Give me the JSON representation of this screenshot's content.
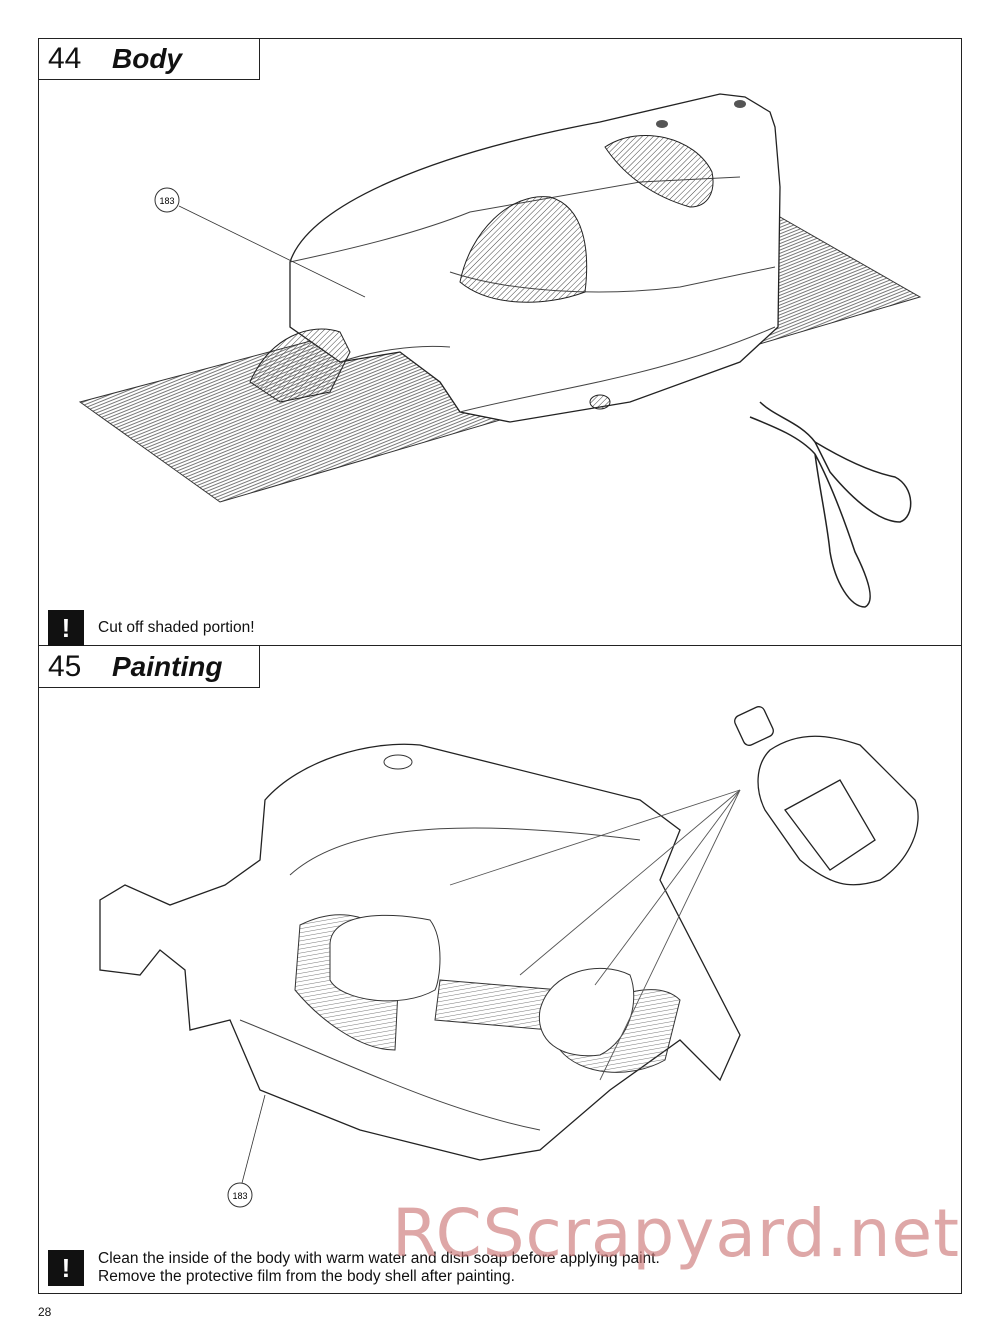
{
  "steps": [
    {
      "number": "44",
      "title": "Body",
      "part_callout": "183",
      "note": "Cut off shaded portion!"
    },
    {
      "number": "45",
      "title": "Painting",
      "part_callout": "183",
      "note_lines": [
        "Clean the inside of the body with warm water and dish soap before applying paint.",
        "Remove the protective film from the body shell after painting."
      ]
    }
  ],
  "warning_symbol": "!",
  "page_number": "28",
  "watermark": "RCScrapyard.net"
}
